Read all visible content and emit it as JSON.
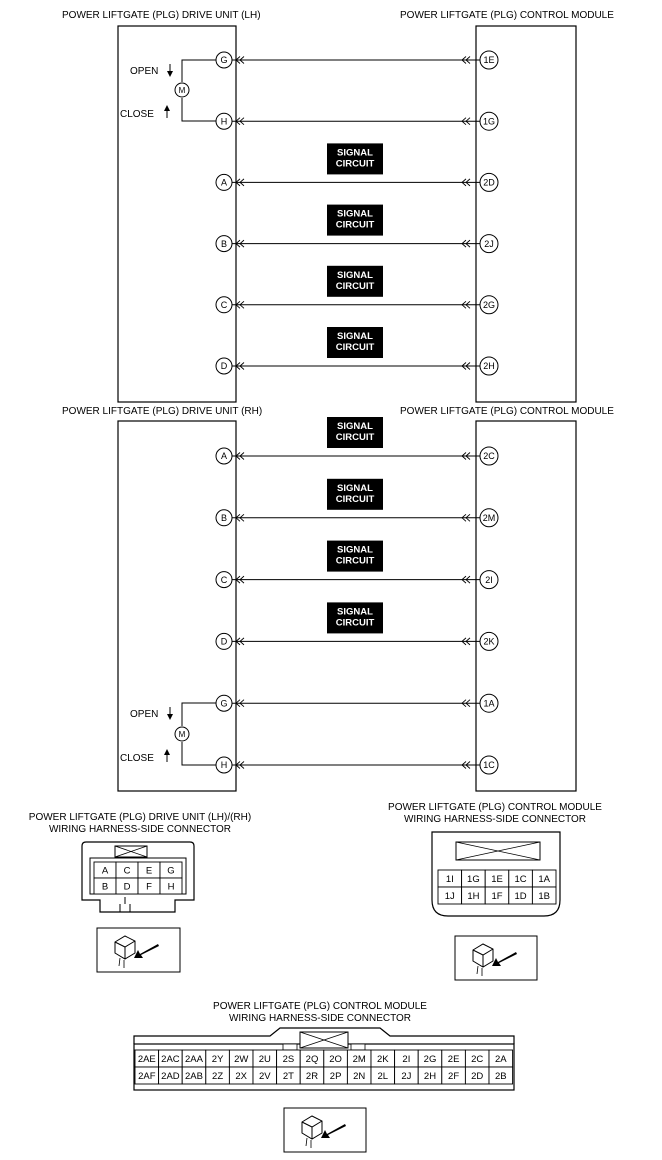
{
  "titles": {
    "lh_drive_unit": "POWER LIFTGATE (PLG) DRIVE UNIT (LH)",
    "rh_drive_unit": "POWER LIFTGATE (PLG) DRIVE UNIT (RH)",
    "control_module": "POWER LIFTGATE (PLG) CONTROL MODULE"
  },
  "motor": {
    "open_label": "OPEN",
    "close_label": "CLOSE",
    "symbol": "M"
  },
  "signal_label": {
    "line1": "SIGNAL",
    "line2": "CIRCUIT"
  },
  "lh_circuits": [
    {
      "from": "G",
      "to": "1E",
      "signal": false
    },
    {
      "from": "H",
      "to": "1G",
      "signal": false
    },
    {
      "from": "A",
      "to": "2D",
      "signal": true
    },
    {
      "from": "B",
      "to": "2J",
      "signal": true
    },
    {
      "from": "C",
      "to": "2G",
      "signal": true
    },
    {
      "from": "D",
      "to": "2H",
      "signal": true
    }
  ],
  "rh_circuits": [
    {
      "from": "A",
      "to": "2C",
      "signal": true
    },
    {
      "from": "B",
      "to": "2M",
      "signal": true
    },
    {
      "from": "C",
      "to": "2I",
      "signal": true
    },
    {
      "from": "D",
      "to": "2K",
      "signal": true
    },
    {
      "from": "G",
      "to": "1A",
      "signal": false
    },
    {
      "from": "H",
      "to": "1C",
      "signal": false
    }
  ],
  "drive_connector": {
    "title_line1": "POWER LIFTGATE (PLG) DRIVE UNIT (LH)/(RH)",
    "title_line2": "WIRING HARNESS-SIDE CONNECTOR",
    "rows": [
      [
        "A",
        "C",
        "E",
        "G"
      ],
      [
        "B",
        "D",
        "F",
        "H"
      ]
    ]
  },
  "module_connector_1": {
    "title_line1": "POWER LIFTGATE (PLG) CONTROL MODULE",
    "title_line2": "WIRING HARNESS-SIDE CONNECTOR",
    "rows": [
      [
        "1I",
        "1G",
        "1E",
        "1C",
        "1A"
      ],
      [
        "1J",
        "1H",
        "1F",
        "1D",
        "1B"
      ]
    ]
  },
  "module_connector_2": {
    "title_line1": "POWER LIFTGATE (PLG) CONTROL MODULE",
    "title_line2": "WIRING HARNESS-SIDE CONNECTOR",
    "rows": [
      [
        "2AE",
        "2AC",
        "2AA",
        "2Y",
        "2W",
        "2U",
        "2S",
        "2Q",
        "2O",
        "2M",
        "2K",
        "2I",
        "2G",
        "2E",
        "2C",
        "2A"
      ],
      [
        "2AF",
        "2AD",
        "2AB",
        "2Z",
        "2X",
        "2V",
        "2T",
        "2R",
        "2P",
        "2N",
        "2L",
        "2J",
        "2H",
        "2F",
        "2D",
        "2B"
      ]
    ]
  }
}
